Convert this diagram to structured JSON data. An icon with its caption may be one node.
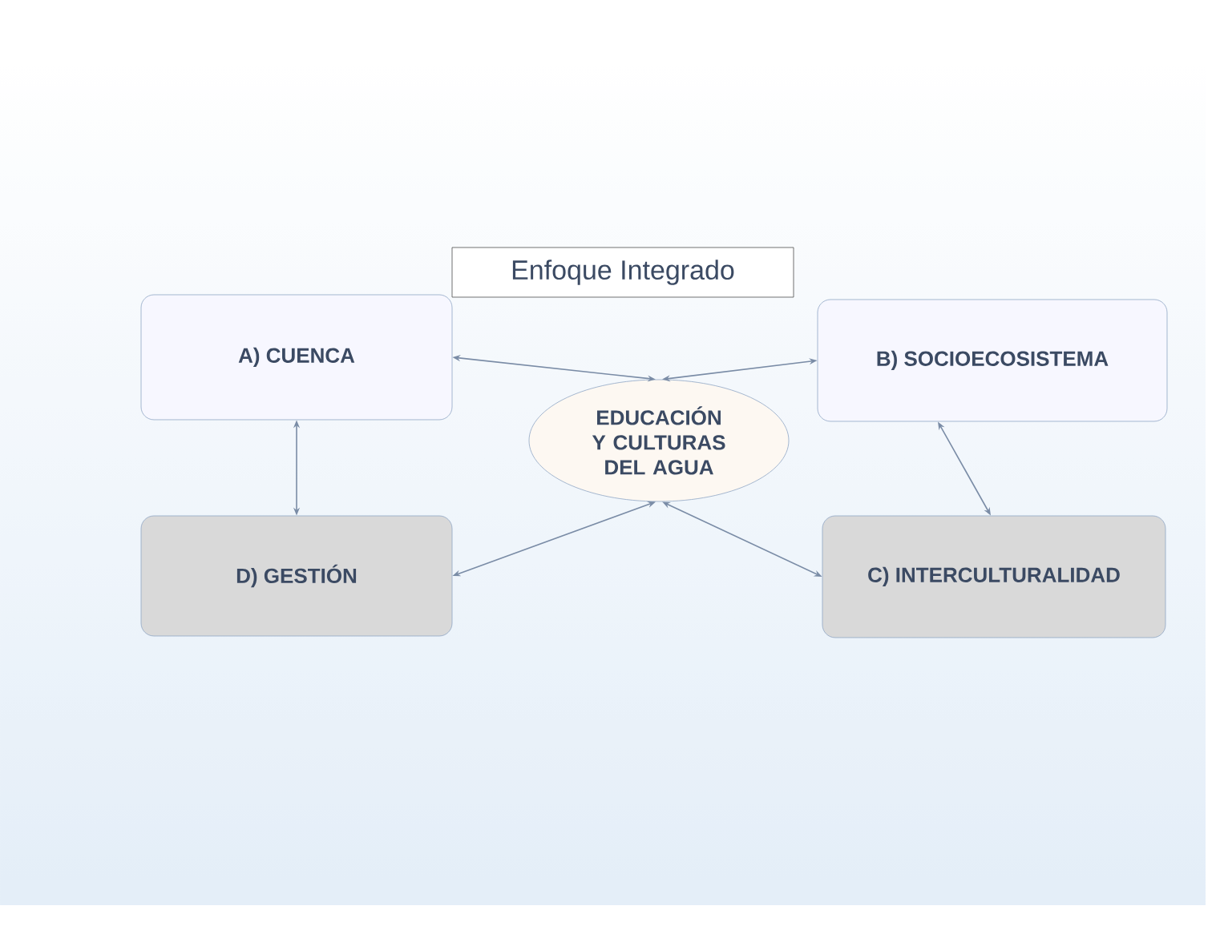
{
  "diagram": {
    "nodes": [
      {
        "text": [
          "Enfoque Integrado"
        ]
      },
      {
        "text": [
          "A) CUENCA"
        ]
      },
      {
        "text": [
          "B) SOCIOECOSISTEMA"
        ]
      },
      {
        "text": [
          "EDUCACIÓN Y CULTURAS DEL AGUA"
        ]
      },
      {
        "text": [
          "D) GESTIÓN"
        ]
      },
      {
        "text": [
          "C) INTERCULTURALIDAD"
        ]
      }
    ],
    "edges": [
      {
        "from": 3,
        "to": 1,
        "arrow": "both"
      },
      {
        "from": 3,
        "to": 2,
        "arrow": "both"
      },
      {
        "from": 3,
        "to": 4,
        "arrow": "both"
      },
      {
        "from": 3,
        "to": 5,
        "arrow": "both"
      },
      {
        "from": 1,
        "to": 4,
        "arrow": "both"
      },
      {
        "from": 2,
        "to": 5,
        "arrow": "both"
      }
    ]
  }
}
